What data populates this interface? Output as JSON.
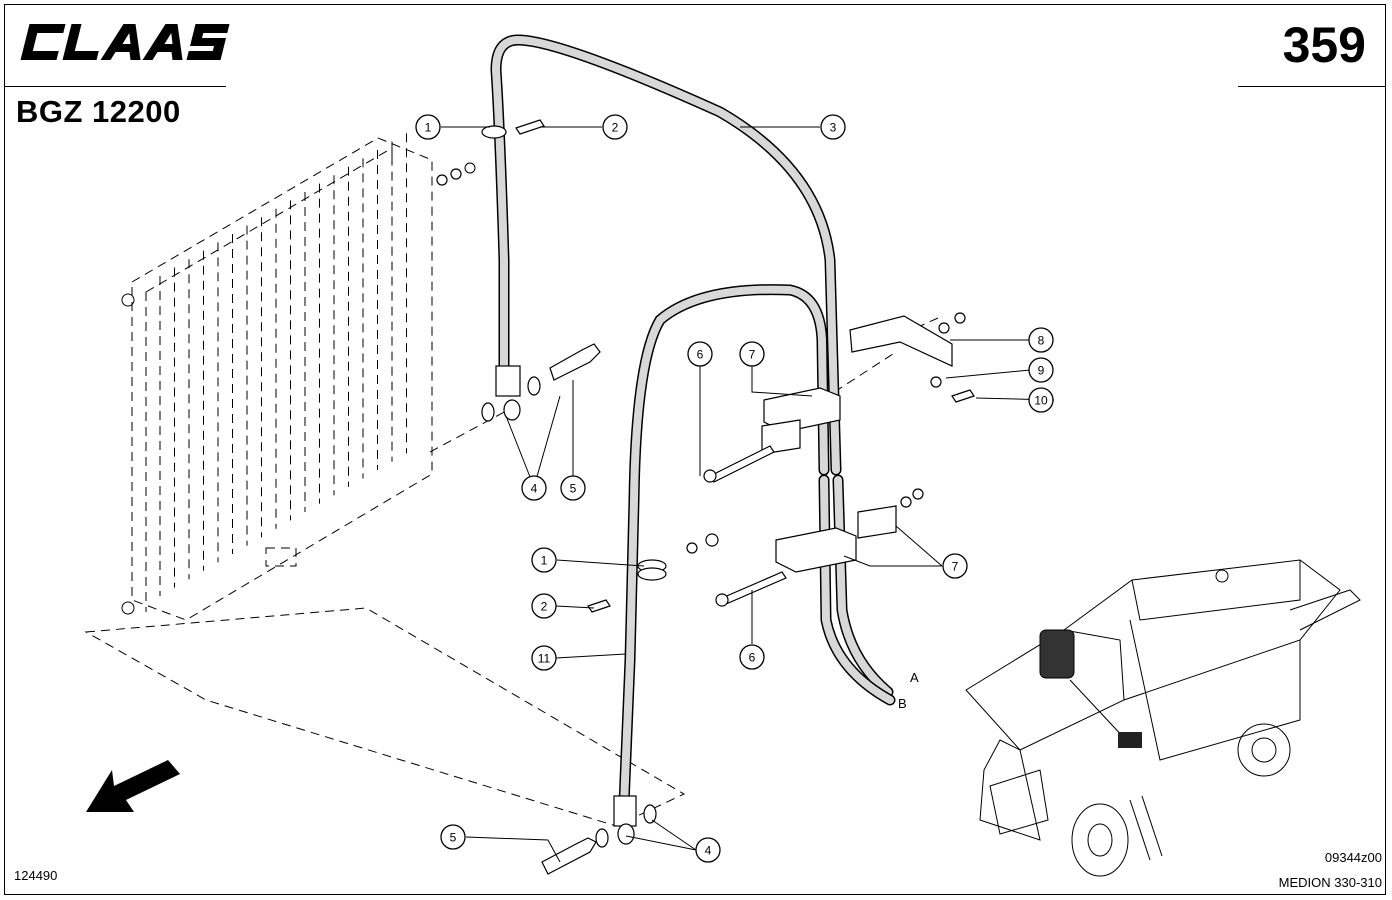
{
  "header": {
    "brand": "CLAAS",
    "doc_code": "BGZ 12200",
    "page_number": "359"
  },
  "footer": {
    "figure_id": "124490",
    "drawing_number": "09344z00",
    "model": "MEDION 330-310"
  },
  "callouts": [
    {
      "id": "c1a",
      "label": "1"
    },
    {
      "id": "c2a",
      "label": "2"
    },
    {
      "id": "c3",
      "label": "3"
    },
    {
      "id": "c4a",
      "label": "4"
    },
    {
      "id": "c5a",
      "label": "5"
    },
    {
      "id": "c6a",
      "label": "6"
    },
    {
      "id": "c7a",
      "label": "7"
    },
    {
      "id": "c8",
      "label": "8"
    },
    {
      "id": "c9",
      "label": "9"
    },
    {
      "id": "c10",
      "label": "10"
    },
    {
      "id": "c7b",
      "label": "7"
    },
    {
      "id": "c1b",
      "label": "1"
    },
    {
      "id": "c2b",
      "label": "2"
    },
    {
      "id": "c11",
      "label": "11"
    },
    {
      "id": "c6b",
      "label": "6"
    },
    {
      "id": "c4b",
      "label": "4"
    },
    {
      "id": "c5b",
      "label": "5"
    }
  ],
  "hose_ends": {
    "a": "A",
    "b": "B"
  },
  "colors": {
    "ink": "#000000",
    "paper": "#ffffff",
    "hose_fill": "#d8d8d8"
  },
  "icons": [
    "claas-logo",
    "direction-arrow-icon",
    "combine-harvester-icon",
    "radiator-illustration"
  ]
}
